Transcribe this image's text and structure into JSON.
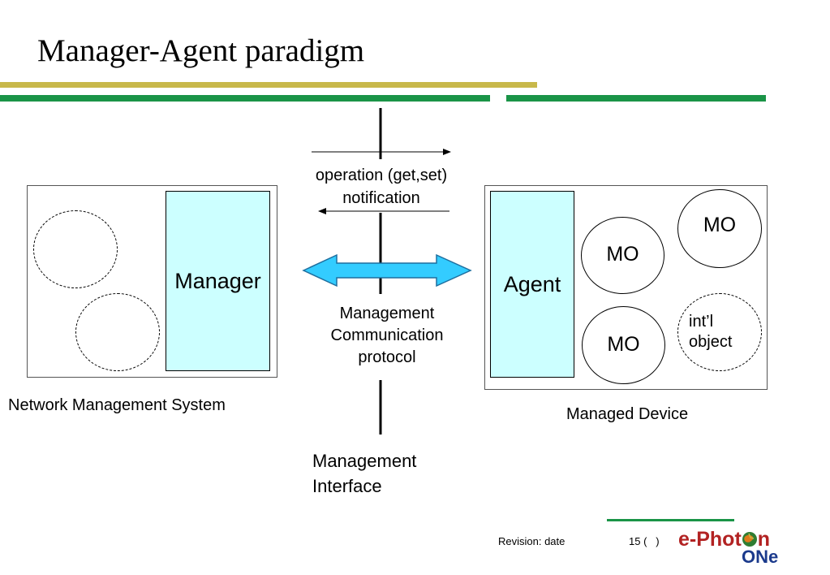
{
  "slide": {
    "title": "Manager-Agent paradigm"
  },
  "left_system": {
    "manager_label": "Manager",
    "caption": "Network Management System"
  },
  "right_device": {
    "agent_label": "Agent",
    "mo_labels": [
      "MO",
      "MO",
      "MO"
    ],
    "intl_object_label": "int’l\nobject",
    "caption": "Managed Device"
  },
  "interface": {
    "operation_label": "operation (get,set)",
    "notification_label": "notification",
    "protocol_label": "Management\nCommunication\nprotocol",
    "interface_label": "Management\nInterface"
  },
  "footer": {
    "revision": "Revision: date",
    "page": "15 (   )",
    "logo_main": "e-Phot",
    "logo_n": "n",
    "logo_sub": "ONe"
  },
  "colors": {
    "olive_bar": "#c8b84a",
    "green_bar": "#1a9447",
    "cyan_fill": "#ccffff",
    "arrow_fill": "#33ccff"
  }
}
